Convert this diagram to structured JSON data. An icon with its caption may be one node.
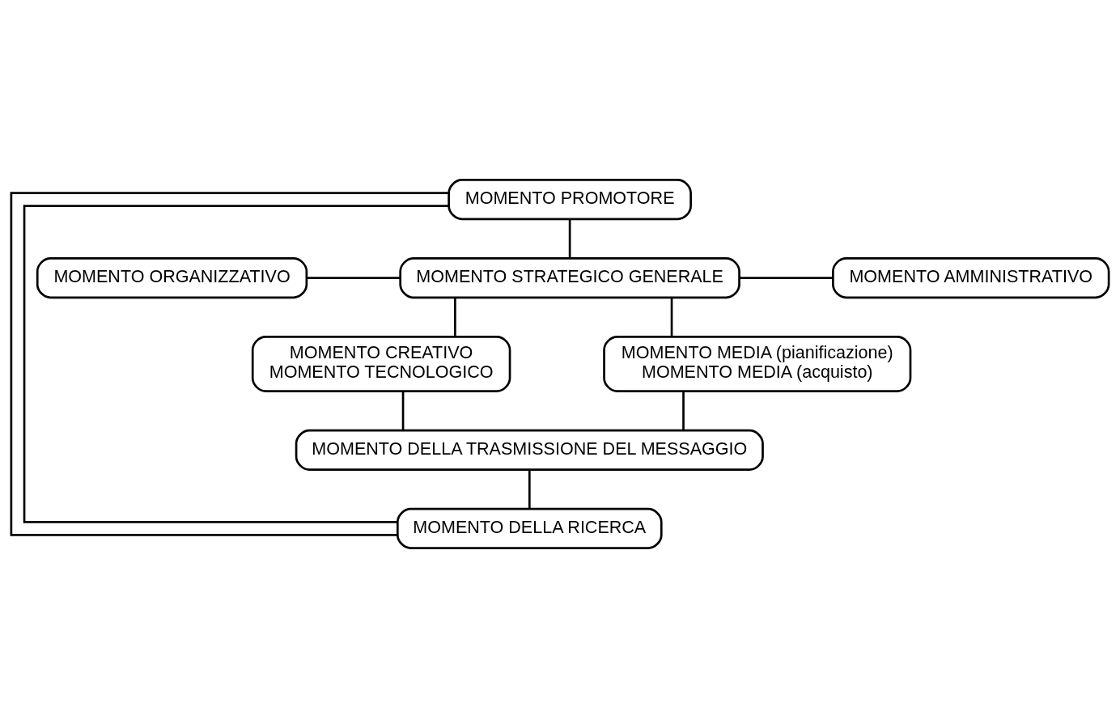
{
  "diagram": {
    "nodes": [
      {
        "text": [
          "MOMENTO PROMOTORE"
        ]
      },
      {
        "text": [
          "MOMENTO ORGANIZZATIVO"
        ]
      },
      {
        "text": [
          "MOMENTO STRATEGICO GENERALE"
        ]
      },
      {
        "text": [
          "MOMENTO AMMINISTRATIVO"
        ]
      },
      {
        "text": [
          "MOMENTO CREATIVO",
          "MOMENTO TECNOLOGICO"
        ]
      },
      {
        "text": [
          "MOMENTO MEDIA (pianificazione)",
          "MOMENTO MEDIA (acquisto)"
        ]
      },
      {
        "text": [
          "MOMENTO DELLA TRASMISSIONE DEL MESSAGGIO"
        ]
      },
      {
        "text": [
          "MOMENTO DELLA RICERCA"
        ]
      }
    ],
    "edges": [
      {
        "from": 0,
        "to": 2,
        "arrow": "none"
      },
      {
        "from": 1,
        "to": 2,
        "arrow": "none"
      },
      {
        "from": 2,
        "to": 3,
        "arrow": "none"
      },
      {
        "from": 2,
        "to": 4,
        "arrow": "none"
      },
      {
        "from": 2,
        "to": 5,
        "arrow": "none"
      },
      {
        "from": 4,
        "to": 6,
        "arrow": "none"
      },
      {
        "from": 5,
        "to": 6,
        "arrow": "none"
      },
      {
        "from": 6,
        "to": 7,
        "arrow": "none"
      },
      {
        "from": 0,
        "to": 7,
        "arrow": "none"
      },
      {
        "from": 0,
        "to": 7,
        "arrow": "none"
      }
    ]
  }
}
